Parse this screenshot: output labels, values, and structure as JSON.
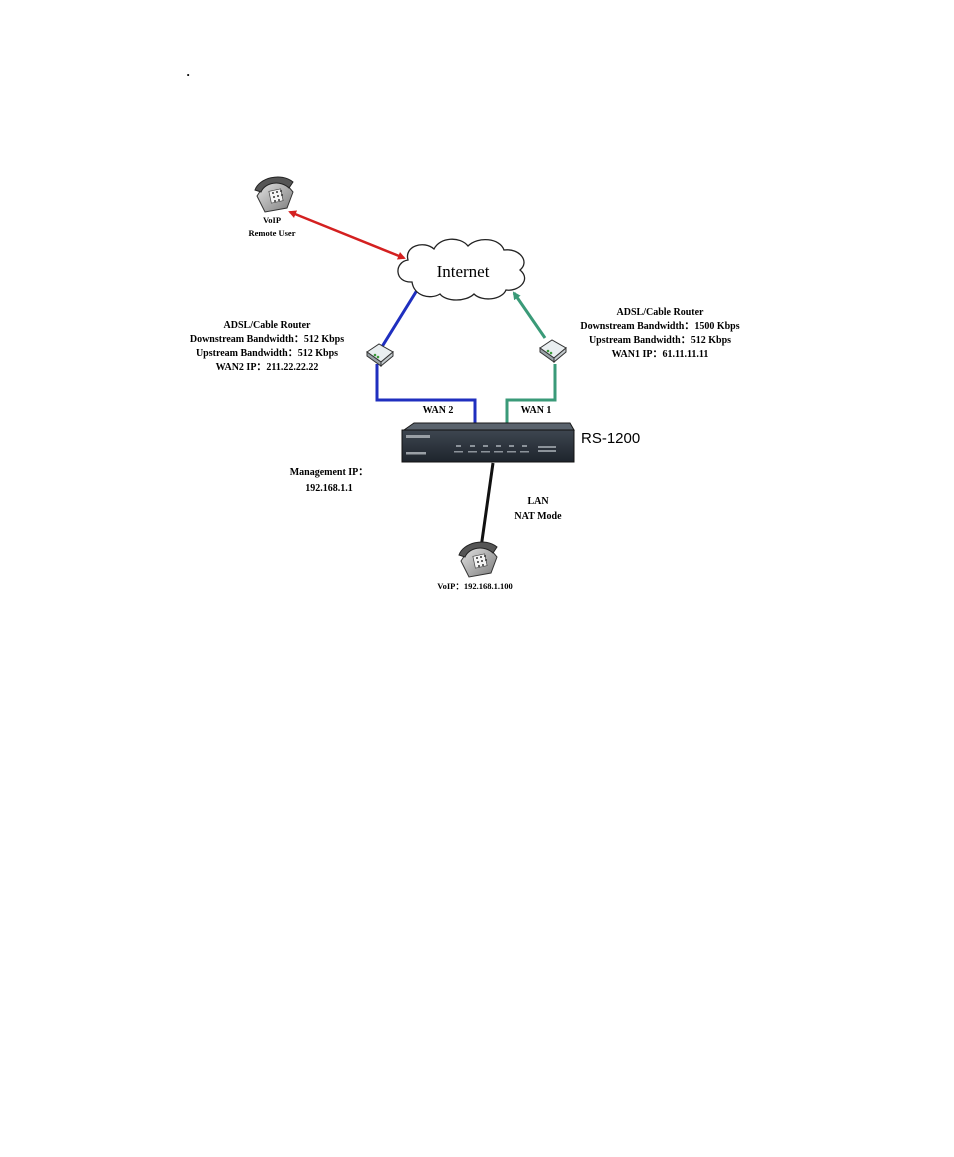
{
  "bullet": "·",
  "nodes": {
    "remote_phone": {
      "lines": [
        "VoIP",
        "Remote User"
      ],
      "icon": "telephone-icon"
    },
    "internet": {
      "label": "Internet",
      "icon": "cloud-icon"
    },
    "router_left": {
      "icon": "modem-icon",
      "lines": [
        "ADSL/Cable Router",
        "Downstream Bandwidth：512 Kbps",
        "Upstream Bandwidth：512 Kbps",
        "WAN2 IP：211.22.22.22"
      ]
    },
    "router_right": {
      "icon": "modem-icon",
      "lines": [
        "ADSL/Cable Router",
        "Downstream Bandwidth：1500 Kbps",
        "Upstream Bandwidth：512 Kbps",
        "WAN1 IP：61.11.11.11"
      ]
    },
    "gateway": {
      "model": "RS-1200",
      "icon": "gateway-device-icon"
    },
    "management": {
      "lines": [
        "Management IP：",
        "192.168.1.1"
      ]
    },
    "lan": {
      "lines": [
        "LAN",
        "NAT Mode"
      ]
    },
    "local_phone": {
      "label": "VoIP：192.168.1.100",
      "icon": "telephone-icon"
    }
  },
  "links": {
    "wan2": {
      "label": "WAN 2",
      "color": "#1f2fbf"
    },
    "wan1": {
      "label": "WAN 1",
      "color": "#3a9a78"
    },
    "remote": {
      "color": "#d42020"
    },
    "lan": {
      "color": "#111111"
    }
  }
}
